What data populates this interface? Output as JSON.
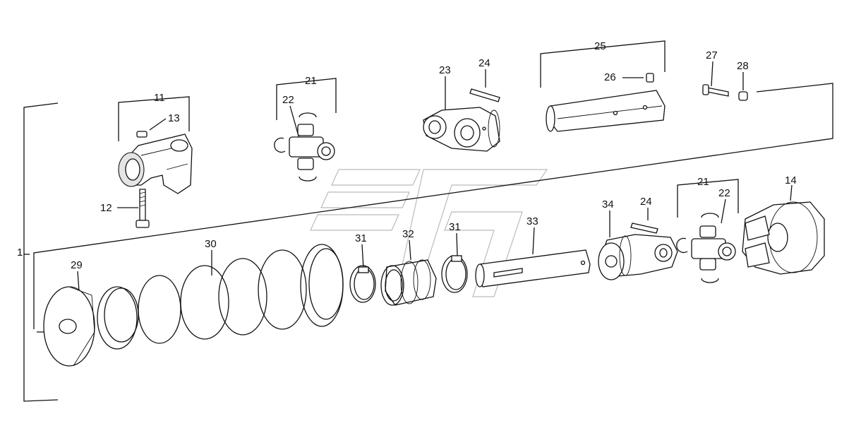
{
  "labels": {
    "p1": "1",
    "p11": "11",
    "p12": "12",
    "p13": "13",
    "p14": "14",
    "p21a": "21",
    "p21b": "21",
    "p22a": "22",
    "p22b": "22",
    "p23": "23",
    "p24a": "24",
    "p24b": "24",
    "p25": "25",
    "p26": "26",
    "p27": "27",
    "p28": "28",
    "p29": "29",
    "p30": "30",
    "p31a": "31",
    "p31b": "31",
    "p32": "32",
    "p33": "33",
    "p34": "34"
  },
  "colors": {
    "line": "#111111",
    "background": "#ffffff",
    "watermark": "#bbbbbb"
  }
}
